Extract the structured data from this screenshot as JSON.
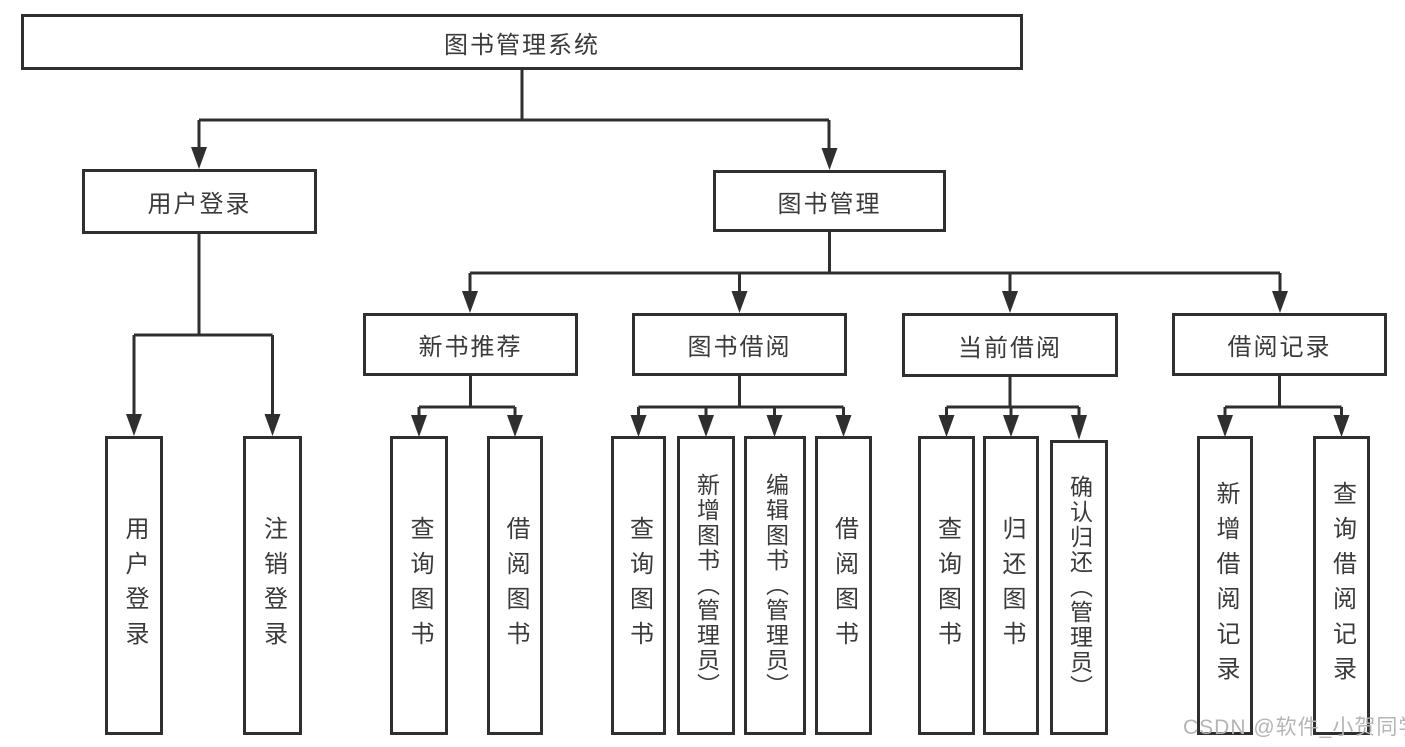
{
  "tree": {
    "root": "图书管理系统",
    "branches": [
      {
        "label": "用户登录",
        "leaves": [
          "用户登录",
          "注销登录"
        ]
      },
      {
        "label": "图书管理",
        "sections": [
          {
            "label": "新书推荐",
            "leaves": [
              "查询图书",
              "借阅图书"
            ]
          },
          {
            "label": "图书借阅",
            "leaves": [
              "查询图书",
              "新增图书（管理员）",
              "编辑图书（管理员）",
              "借阅图书"
            ]
          },
          {
            "label": "当前借阅",
            "leaves": [
              "查询图书",
              "归还图书",
              "确认归还（管理员）"
            ]
          },
          {
            "label": "借阅记录",
            "leaves": [
              "新增借阅记录",
              "查询借阅记录"
            ]
          }
        ]
      }
    ]
  },
  "watermark": {
    "text": "CSDN @软件_小贺同学"
  },
  "colors": {
    "background": "#ffffff",
    "box_border": "#2f2f2f",
    "connector_line": "#2f2f2f",
    "text": "#3a3a3a",
    "watermark_text": "#b5b5b5"
  }
}
